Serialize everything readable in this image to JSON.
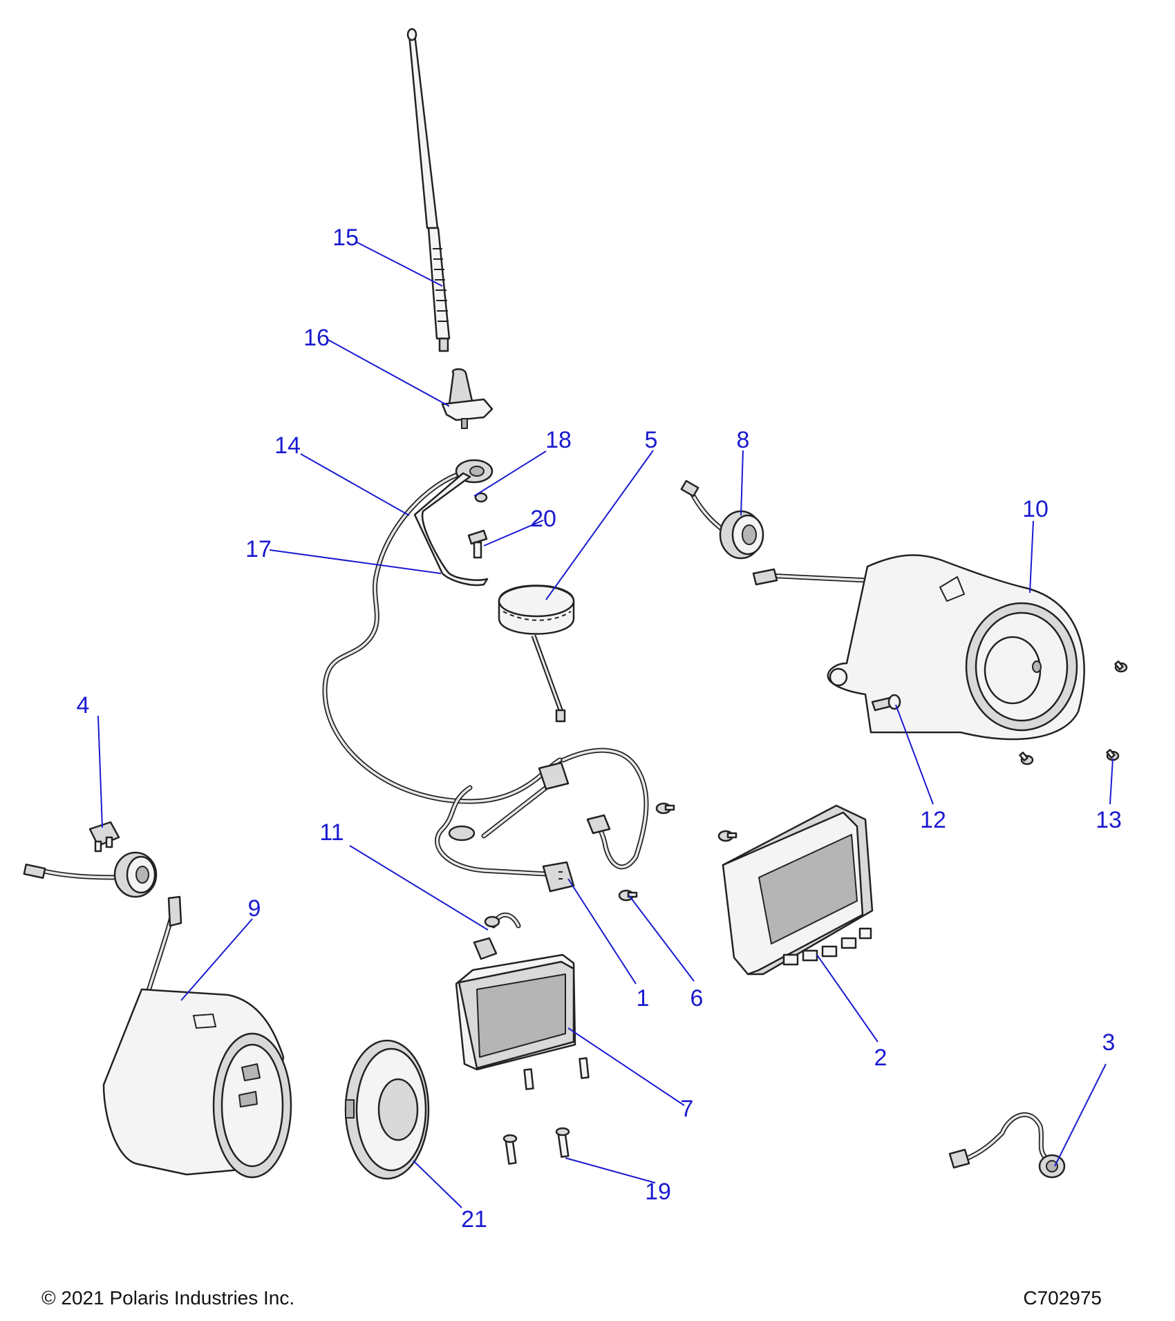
{
  "diagram": {
    "callouts": [
      {
        "id": "c1",
        "label": "1"
      },
      {
        "id": "c2",
        "label": "2"
      },
      {
        "id": "c3",
        "label": "3"
      },
      {
        "id": "c4",
        "label": "4"
      },
      {
        "id": "c5",
        "label": "5"
      },
      {
        "id": "c6",
        "label": "6"
      },
      {
        "id": "c7",
        "label": "7"
      },
      {
        "id": "c8",
        "label": "8"
      },
      {
        "id": "c9",
        "label": "9"
      },
      {
        "id": "c10",
        "label": "10"
      },
      {
        "id": "c11",
        "label": "11"
      },
      {
        "id": "c12",
        "label": "12"
      },
      {
        "id": "c13",
        "label": "13"
      },
      {
        "id": "c14",
        "label": "14"
      },
      {
        "id": "c15",
        "label": "15"
      },
      {
        "id": "c16",
        "label": "16"
      },
      {
        "id": "c17",
        "label": "17"
      },
      {
        "id": "c18",
        "label": "18"
      },
      {
        "id": "c19",
        "label": "19"
      },
      {
        "id": "c20",
        "label": "20"
      },
      {
        "id": "c21",
        "label": "21"
      }
    ],
    "parts": [
      "antenna-mast",
      "antenna-base",
      "antenna-cable",
      "antenna-clip",
      "gps-puck",
      "wiring-harness",
      "audio-amplifier",
      "display-unit",
      "tweeter-right",
      "speaker-pod-right",
      "speaker-pod-left",
      "tweeter-left",
      "speaker-21",
      "usb-connector",
      "aux-port",
      "screws",
      "bolts"
    ]
  },
  "footer": {
    "copyright": "© 2021 Polaris Industries Inc.",
    "drawing_id": "C702975"
  }
}
